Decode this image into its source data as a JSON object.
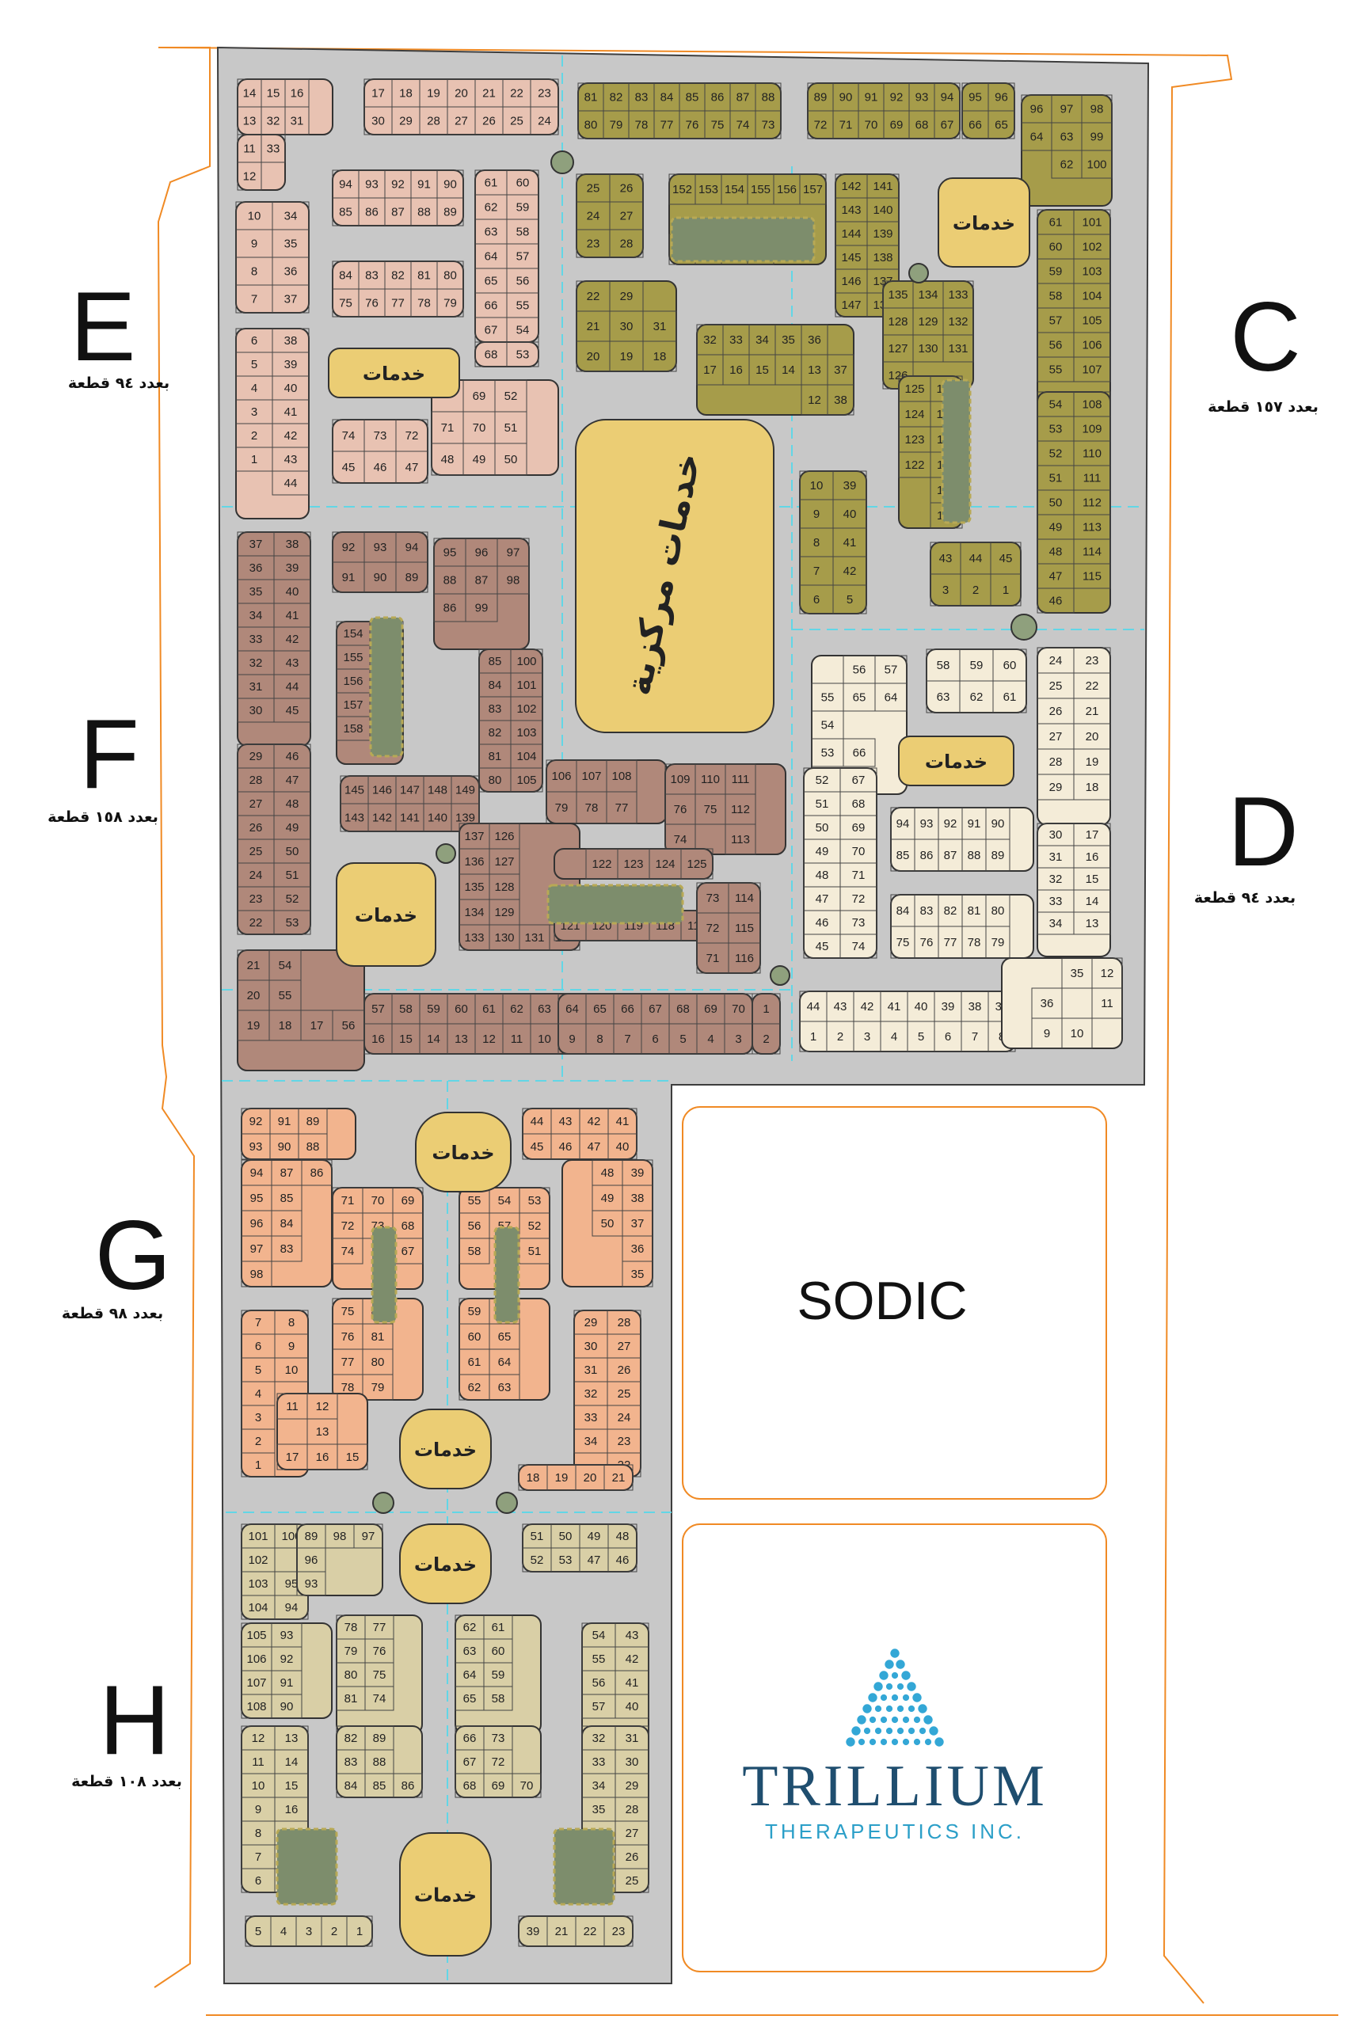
{
  "zones": [
    {
      "id": "E",
      "letter": "E",
      "count": "بعدد ٩٤ قطعة",
      "fill": "#e8c2b2"
    },
    {
      "id": "C",
      "letter": "C",
      "count": "بعدد ١٥٧ قطعة",
      "fill": "#a69c4a"
    },
    {
      "id": "F",
      "letter": "F",
      "count": "بعدد ١٥٨ قطعة",
      "fill": "#b0887a"
    },
    {
      "id": "D",
      "letter": "D",
      "count": "بعدد ٩٤ قطعة",
      "fill": "#f4ecd8"
    },
    {
      "id": "G",
      "letter": "G",
      "count": "بعدد ٩٨ قطعة",
      "fill": "#f2b48e"
    },
    {
      "id": "H",
      "letter": "H",
      "count": "بعدد ١٠٨ قطعة",
      "fill": "#d9cfa6"
    }
  ],
  "services_label": "خدمات",
  "central_services_label": "خدمات مركزية",
  "sodic_label": "SODIC",
  "logo": {
    "title": "TRILLIUM",
    "subtitle": "THERAPEUTICS INC."
  },
  "colors": {
    "road": "#c8c8c8",
    "road_line": "#62d6e6",
    "service": "#ebcd74",
    "park": "#7d8d6c",
    "boundary": "#f08a24"
  }
}
